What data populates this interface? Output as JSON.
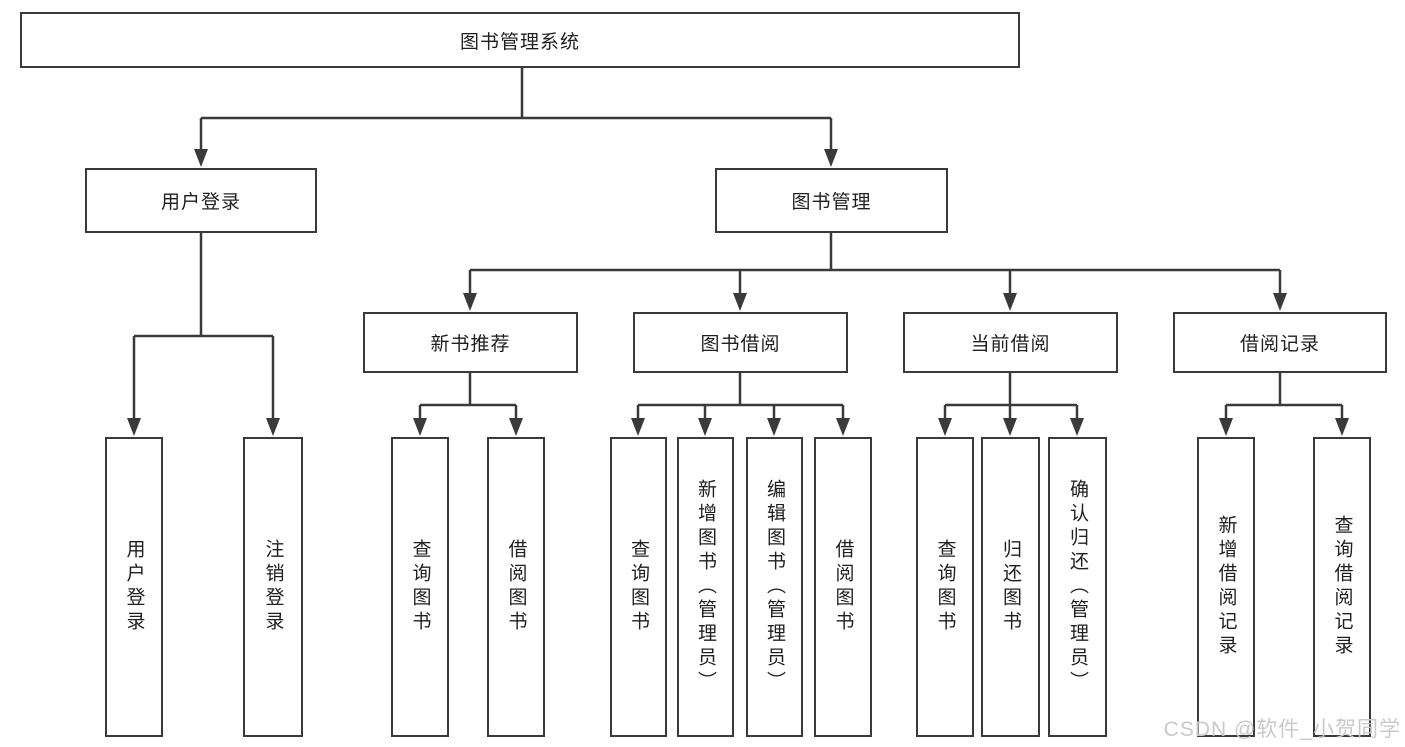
{
  "tree": {
    "label": "图书管理系统",
    "children": [
      {
        "label": "用户登录",
        "children": [
          {
            "label": "用户登录"
          },
          {
            "label": "注销登录"
          }
        ]
      },
      {
        "label": "图书管理",
        "children": [
          {
            "label": "新书推荐",
            "children": [
              {
                "label": "查询图书"
              },
              {
                "label": "借阅图书"
              }
            ]
          },
          {
            "label": "图书借阅",
            "children": [
              {
                "label": "查询图书"
              },
              {
                "label": "新增图书（管理员）"
              },
              {
                "label": "编辑图书（管理员）"
              },
              {
                "label": "借阅图书"
              }
            ]
          },
          {
            "label": "当前借阅",
            "children": [
              {
                "label": "查询图书"
              },
              {
                "label": "归还图书"
              },
              {
                "label": "确认归还（管理员）"
              }
            ]
          },
          {
            "label": "借阅记录",
            "children": [
              {
                "label": "新增借阅记录"
              },
              {
                "label": "查询借阅记录"
              }
            ]
          }
        ]
      }
    ]
  },
  "watermark": {
    "text": "CSDN @软件_小贺同学"
  },
  "colors": {
    "line": "#3a3a3a",
    "box_border": "#3a3a3a",
    "text": "#1f1f1f",
    "background": "#ffffff",
    "watermark": "#c9c9c9"
  }
}
